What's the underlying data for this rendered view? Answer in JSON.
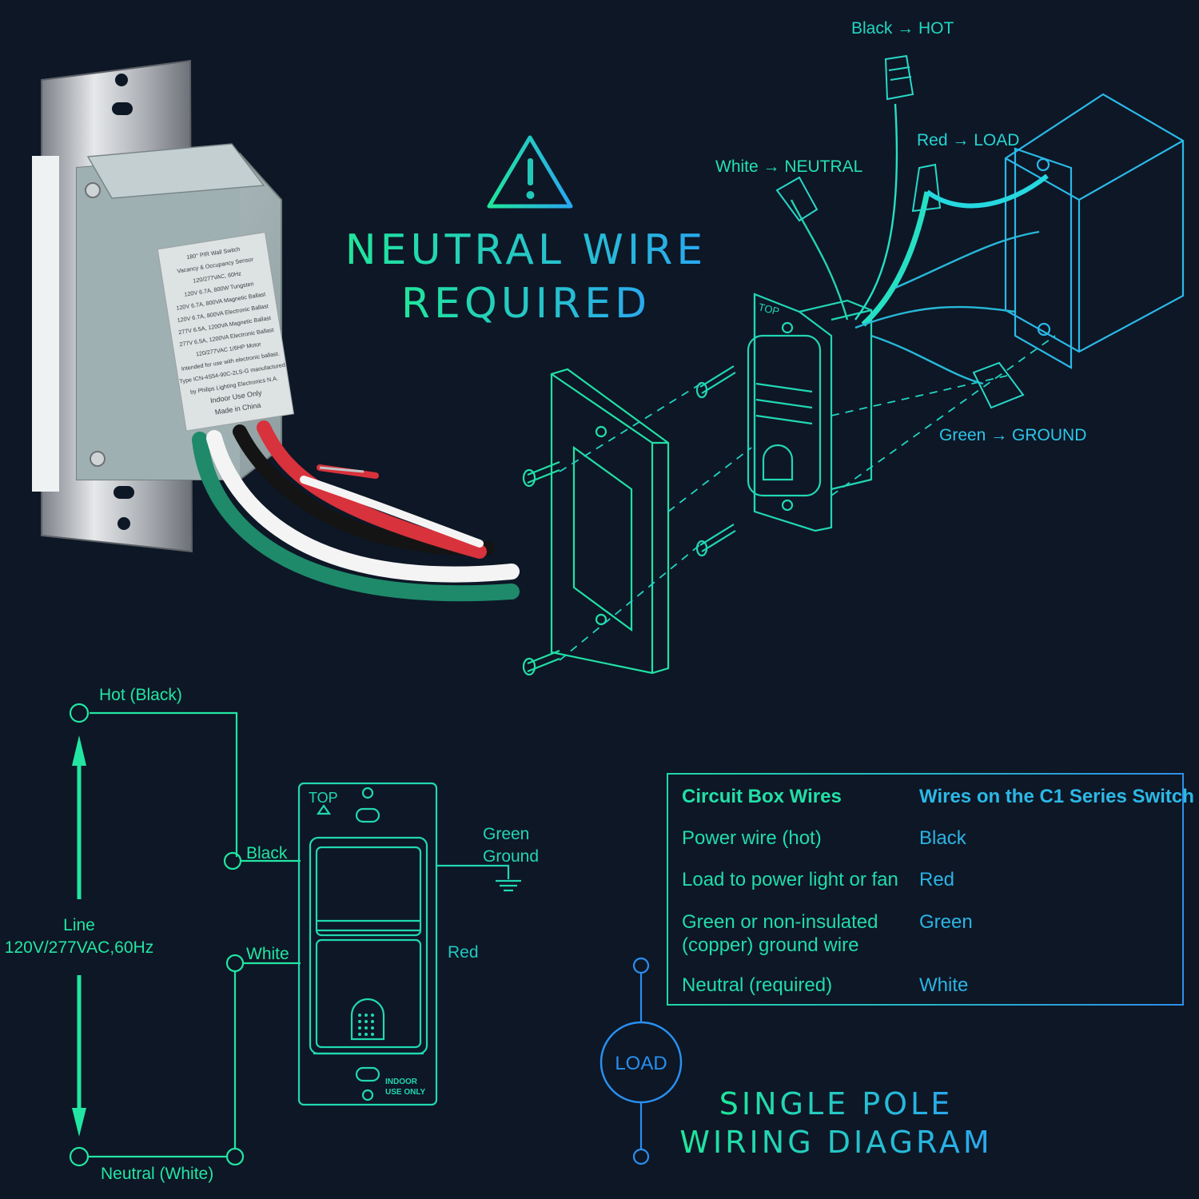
{
  "warning": {
    "title_line1": "NEUTRAL WIRE",
    "title_line2": "REQUIRED"
  },
  "device_label": {
    "lines": [
      "180° PIR Wall Switch",
      "Vacancy & Occupancy Sensor",
      "120/277VAC, 60Hz",
      "120V 6.7A, 800W Tungsten",
      "120V 6.7A, 800VA Magnetic Ballast",
      "120V 6.7A, 800VA Electronic Ballast",
      "277V 6.5A, 1200VA Magnetic Ballast",
      "277V 6.5A, 1200VA Electronic Ballast",
      "120/277VAC 1/6HP Motor",
      "Intended for use with electronic ballast.",
      "Type ICN-4S54-90C-2LS-G manufactured",
      "by Philips Lighting Electronics N.A.",
      "Indoor Use Only",
      "Made in China"
    ]
  },
  "exploded": {
    "top_mark": "TOP",
    "labels": {
      "black_hot": "Black → HOT",
      "red_load": "Red → LOAD",
      "white_neutral": "White → NEUTRAL",
      "green_ground": "Green → GROUND"
    }
  },
  "schematic": {
    "hot": "Hot (Black)",
    "black": "Black",
    "green_ground_line1": "Green",
    "green_ground_line2": "Ground",
    "line_line1": "Line",
    "line_line2": "120V/277VAC,60Hz",
    "white": "White",
    "red": "Red",
    "neutral": "Neutral (White)",
    "load": "LOAD",
    "switch_top": "TOP",
    "indoor_line1": "INDOOR",
    "indoor_line2": "USE ONLY"
  },
  "table": {
    "headers": [
      "Circuit Box Wires",
      "Wires on the C1 Series Switch"
    ],
    "rows": [
      {
        "left": [
          "Power wire (hot)"
        ],
        "right": "Black"
      },
      {
        "left": [
          "Load to power light or fan"
        ],
        "right": "Red"
      },
      {
        "left": [
          "Green or non-insulated",
          "(copper) ground wire"
        ],
        "right": "Green"
      },
      {
        "left": [
          "Neutral (required)"
        ],
        "right": "White"
      }
    ]
  },
  "diagram_title": {
    "line1": "SINGLE POLE",
    "line2": "WIRING DIAGRAM"
  },
  "colors": {
    "background": "#0d1726",
    "accent_green": "#22e6a2",
    "accent_blue": "#2a8ff0",
    "wire_black": "#111111",
    "wire_red": "#d8323c",
    "wire_white": "#f4f4f4",
    "wire_green": "#1e8a6a"
  }
}
